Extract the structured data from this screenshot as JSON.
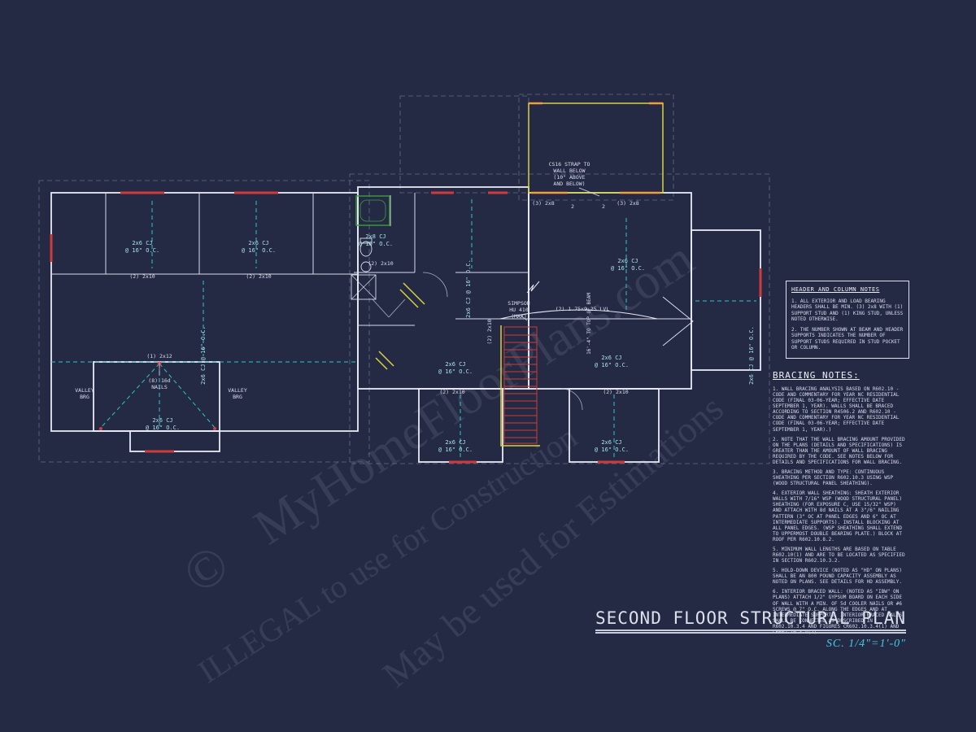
{
  "title": {
    "text": "SECOND FLOOR STRUCTURAL PLAN",
    "scale": "SC. 1/4\"=1'-0\""
  },
  "watermarks": {
    "main": "MyHomeFloorPlans.com",
    "illegal": "ILLEGAL to use for Construction",
    "estimate": "May be used for Estimations",
    "copyright": "©"
  },
  "header_notes": {
    "title": "HEADER AND COLUMN NOTES",
    "items": [
      "1. ALL EXTERIOR AND LOAD BEARING HEADERS SHALL BE MIN. (3) 2x8 WITH (1) SUPPORT STUD AND (1) KING STUD, UNLESS NOTED OTHERWISE.",
      "2. THE NUMBER SHOWN AT BEAM AND HEADER SUPPORTS INDICATES THE NUMBER OF SUPPORT STUDS REQUIRED IN STUD POCKET OR COLUMN."
    ]
  },
  "bracing_notes": {
    "title": "BRACING NOTES:",
    "items": [
      "1. WALL BRACING ANALYSIS BASED ON R602.10 - CODE AND COMMENTARY FOR YEAR NC RESIDENTIAL CODE (FINAL 03-06-YEAR; EFFECTIVE DATE SEPTEMBER 1, YEAR). WALLS SHALL BE BRACED ACCORDING TO SECTION R4506.2 AND R602.10 - CODE AND COMMENTARY FOR YEAR NC RESIDENTIAL CODE (FINAL 03-06-YEAR; EFFECTIVE DATE SEPTEMBER 1, YEAR).)",
      "2. NOTE THAT THE WALL BRACING AMOUNT PROVIDED ON THE PLANS (DETAILS AND SPECIFICATIONS) IS GREATER THAN THE AMOUNT OF WALL BRACING REQUIRED BY THE CODE. SEE NOTES BELOW FOR DETAILS AND SPECIFICATIONS FOR WALL BRACING.",
      "3. BRACING METHOD AND TYPE: CONTINUOUS SHEATHING PER SECTION R602.10.3 USING WSP (WOOD STRUCTURAL PANEL SHEATHING).",
      "4. EXTERIOR WALL SHEATHING: SHEATH EXTERIOR WALLS WITH 7/16\" WSP (WOOD STRUCTURAL PANEL) SHEATHING (FOR EXPOSURE C, USE 15/32\" WSP) AND ATTACH WITH 8d NAILS AT A 3\"/6\" NAILING PATTERN (3\" OC AT PANEL EDGES AND 6\" OC AT INTERMEDIATE SUPPORTS). INSTALL BLOCKING AT ALL PANEL EDGES. (WSP SHEATHING SHALL EXTEND TO UPPERMOST DOUBLE BEARING PLATE.) BLOCK AT ROOF PER R602.10.8.2.",
      "5. MINIMUM WALL LENGTHS ARE BASED ON TABLE R602.10(1) AND ARE TO BE LOCATED AS SPECIFIED IN SECTION R602.10.3.2.",
      "5. HOLD-DOWN DEVICE (NOTED AS \"HD\" ON PLANS) SHALL BE AN 800 POUND CAPACITY ASSEMBLY AS NOTED ON PLANS. SEE DETAILS FOR HD ASSEMBLY.",
      "6. INTERIOR BRACED WALL: (NOTED AS \"IBW\" ON PLANS) ATTACH 1/2\" GYPSUM BOARD ON EACH SIDE OF WALL WITH A MIN. OF 5d COOLER NAILS OR #6 SCREWS @ 7\" O.C. ALONG THE EDGES AND AT INTERMEDIATE SUPPORTS. INTERIOR BRACED WALLS SHALL BE CONNECTED AS DESCRIBED IN R602.10.3.4 AND FIGURES CR602.10.3.4(1) AND CR602.10.3.4(2)."
    ]
  },
  "plan": {
    "labels": {
      "cj26_l1": "2x6 CJ",
      "cj26_l2": "@ 16\" O.C.",
      "cj26_full": "2x6 CJ @ 16\" O.C.",
      "cj28_l1": "2x8 CJ",
      "b2_2x10": "(2) 2x10",
      "b1_2x12": "(1) 2x12",
      "nails_l1": "(8) 16d",
      "nails_l2": "NAILS",
      "valley_l1": "VALLEY",
      "valley_l2": "BRG",
      "simpson_l1": "SIMPSON",
      "simpson_l2": "HU 410",
      "simpson_l3": "(MAX)",
      "lvl": "(2) 1.75x9.25 LVL",
      "b3_2x8": "(3) 2x8",
      "strap_l1": "CS16 STRAP TO",
      "strap_l2": "WALL BELOW",
      "strap_l3": "(10\" ABOVE",
      "strap_l4": "AND BELOW)",
      "beam_height": "16'-4\" TO TOP OF BEAM",
      "two": "2"
    }
  },
  "colors": {
    "background": "#252a44",
    "wall_line": "#e8eaf4",
    "joist_cyan": "#2cc6c6",
    "label_cyan": "#a8e2ec",
    "accent_red": "#cf3a3a",
    "accent_yellow": "#d9d23f",
    "fixture_green": "#3f9c3f",
    "scale_cyan": "#45c8e2"
  }
}
